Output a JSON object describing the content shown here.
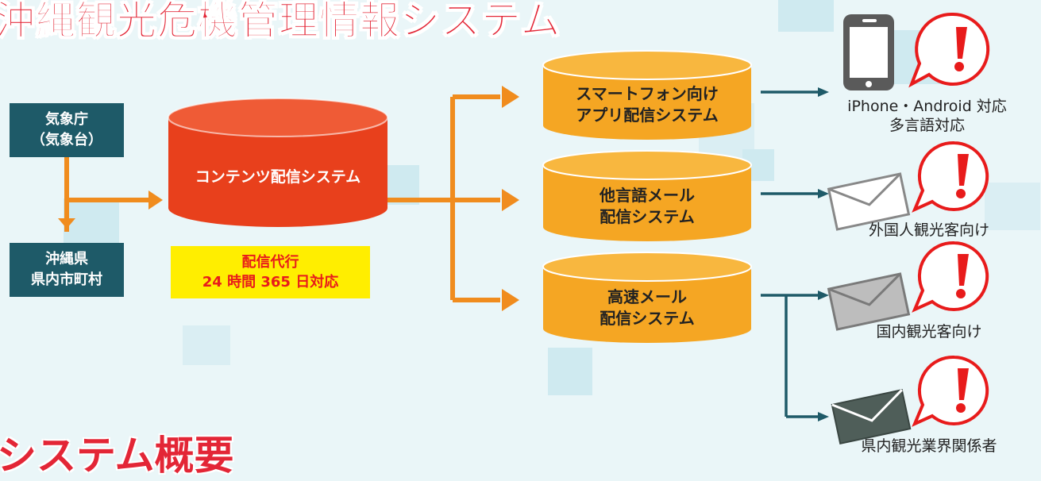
{
  "title": "沖縄観光危機管理情報システム",
  "subtitle": "システム概要",
  "sources": {
    "jma": [
      "気象庁",
      "（気象台）"
    ],
    "okinawa": [
      "沖縄県",
      "県内市町村"
    ]
  },
  "content_system": {
    "label": "コンテンツ配信システム",
    "note": [
      "配信代行",
      "24 時間 365 日対応"
    ]
  },
  "delivery_systems": [
    {
      "lines": [
        "スマートフォン向け",
        "アプリ配信システム"
      ]
    },
    {
      "lines": [
        "他言語メール",
        "配信システム"
      ]
    },
    {
      "lines": [
        "高速メール",
        "配信システム"
      ]
    }
  ],
  "targets": [
    {
      "lines": [
        "iPhone・Android 対応",
        "多言語対応"
      ],
      "icon": "smartphone-icon"
    },
    {
      "lines": [
        "外国人観光客向け"
      ],
      "icon": "envelope-icon"
    },
    {
      "lines": [
        "国内観光客向け"
      ],
      "icon": "envelope-icon"
    },
    {
      "lines": [
        "県内観光業界関係者"
      ],
      "icon": "envelope-icon"
    }
  ],
  "colors": {
    "title_red": "#e32636",
    "source_teal": "#1e5a68",
    "content_red": "#e8401c",
    "delivery_orange": "#f5a623",
    "arrow_orange": "#f08c1e",
    "arrow_teal": "#1e5a68",
    "alert_red": "#e81b1b",
    "yellow": "#ffee00"
  }
}
